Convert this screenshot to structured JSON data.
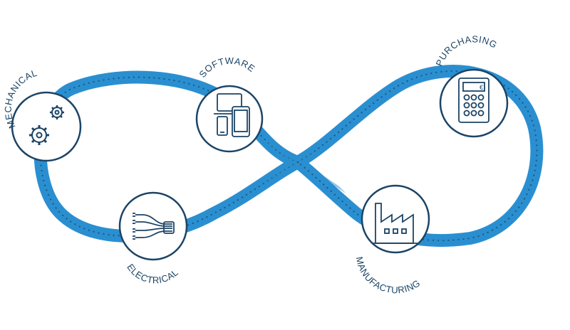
{
  "diagram": {
    "nodes": [
      {
        "id": "mechanical",
        "label": "MECHANICAL",
        "icon": "gears-icon"
      },
      {
        "id": "software",
        "label": "SOFTWARE",
        "icon": "devices-icon"
      },
      {
        "id": "electrical",
        "label": "ELECTRICAL",
        "icon": "cables-icon"
      },
      {
        "id": "purchasing",
        "label": "PURCHASING",
        "icon": "calculator-icon"
      },
      {
        "id": "manufacturing",
        "label": "MANUFACTURING",
        "icon": "factory-icon"
      }
    ],
    "colors": {
      "loop": "#2a8fd0",
      "loop_dots": "#1c4466",
      "circle_stroke": "#1c4466",
      "icon": "#1c4466",
      "label": "#1c4466"
    }
  }
}
